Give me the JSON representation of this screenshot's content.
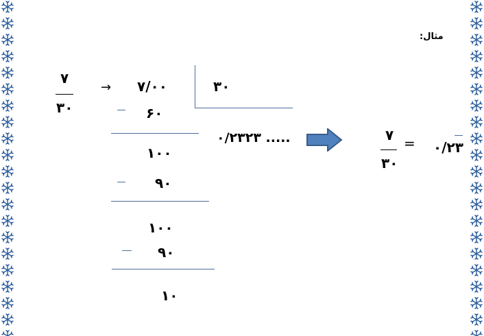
{
  "heading": "مثال:",
  "fraction": {
    "numerator": "۷",
    "denominator": "۳۰"
  },
  "arrow_symbol": "→",
  "division": {
    "dividend": "۷/۰۰",
    "divisor": "۳۰",
    "step1_sub": "۶۰",
    "step2_rem": "۱۰۰",
    "step2_sub": "۹۰",
    "step3_rem": "۱۰۰",
    "step3_sub": "۹۰",
    "final_rem": "۱۰",
    "quotient": "۰/۲۳۲۳ ....."
  },
  "result": {
    "numerator": "۷",
    "denominator": "۳۰",
    "equals": "=",
    "value": "۰/۲۳"
  },
  "colors": {
    "border": "#2e5f9e",
    "lines": "#4a6d9c",
    "arrow_fill": "#4f81bd",
    "arrow_stroke": "#385d8a"
  },
  "icons": {
    "border": "snowflake-icon",
    "big_arrow": "right-arrow-icon"
  }
}
